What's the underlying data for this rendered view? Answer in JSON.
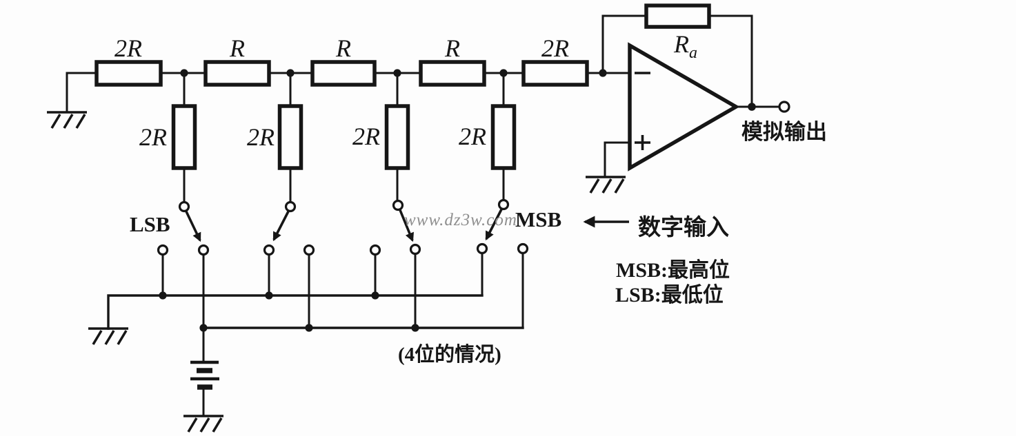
{
  "colors": {
    "ink": "#161616",
    "watermark_gray": "#8f8f8f",
    "paper": "#fdfdfd"
  },
  "watermark": "www.dz3w.com",
  "ladder": {
    "series_resistor_labels": [
      "2R",
      "R",
      "R",
      "R",
      "2R"
    ],
    "shunt_resistor_labels": [
      "2R",
      "2R",
      "2R",
      "2R"
    ]
  },
  "opamp": {
    "feedback_resistor": {
      "base": "R",
      "sub": "a"
    },
    "output_label": "模拟输出"
  },
  "switches": {
    "lsb_label": "LSB",
    "msb_label": "MSB"
  },
  "annotations": {
    "digital_input": "数字输入",
    "msb_meaning": "MSB:最高位",
    "lsb_meaning": "LSB:最低位",
    "case_note": "(4位的情况)"
  }
}
